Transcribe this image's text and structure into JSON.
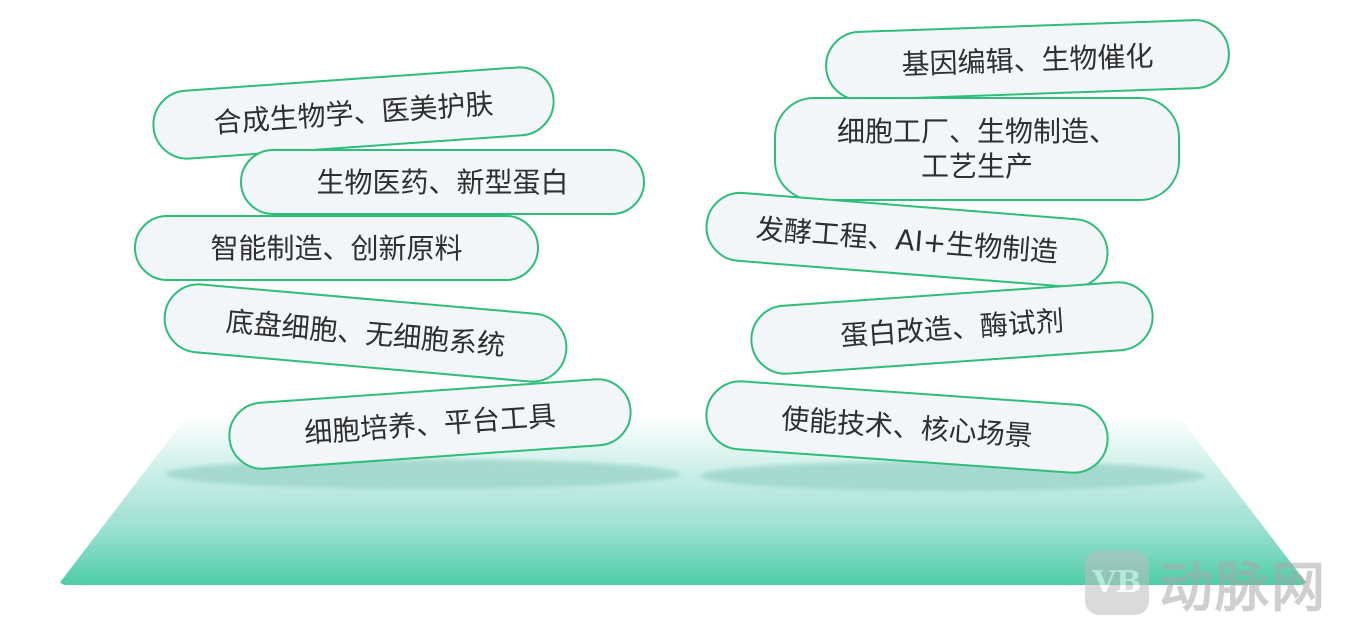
{
  "left_column": {
    "tags": [
      {
        "label": "合成生物学、医美护肤"
      },
      {
        "label": "生物医药、新型蛋白"
      },
      {
        "label": "智能制造、创新原料"
      },
      {
        "label": "底盘细胞、无细胞系统"
      },
      {
        "label": "细胞培养、平台工具"
      }
    ]
  },
  "right_column": {
    "tags": [
      {
        "label": "基因编辑、生物催化"
      },
      {
        "label": "细胞工厂、生物制造、\n工艺生产"
      },
      {
        "label": "发酵工程、AI+生物制造"
      },
      {
        "label": "蛋白改造、酶试剂"
      },
      {
        "label": "使能技术、核心场景"
      }
    ]
  },
  "watermark": {
    "logo_text": "VB",
    "brand_text": "动脉网"
  },
  "colors": {
    "pill_border": "#2fbd7a",
    "pill_fill": "#f3f6f9",
    "platform_bottom": "#4fcda7",
    "text": "#2f2f2f"
  }
}
